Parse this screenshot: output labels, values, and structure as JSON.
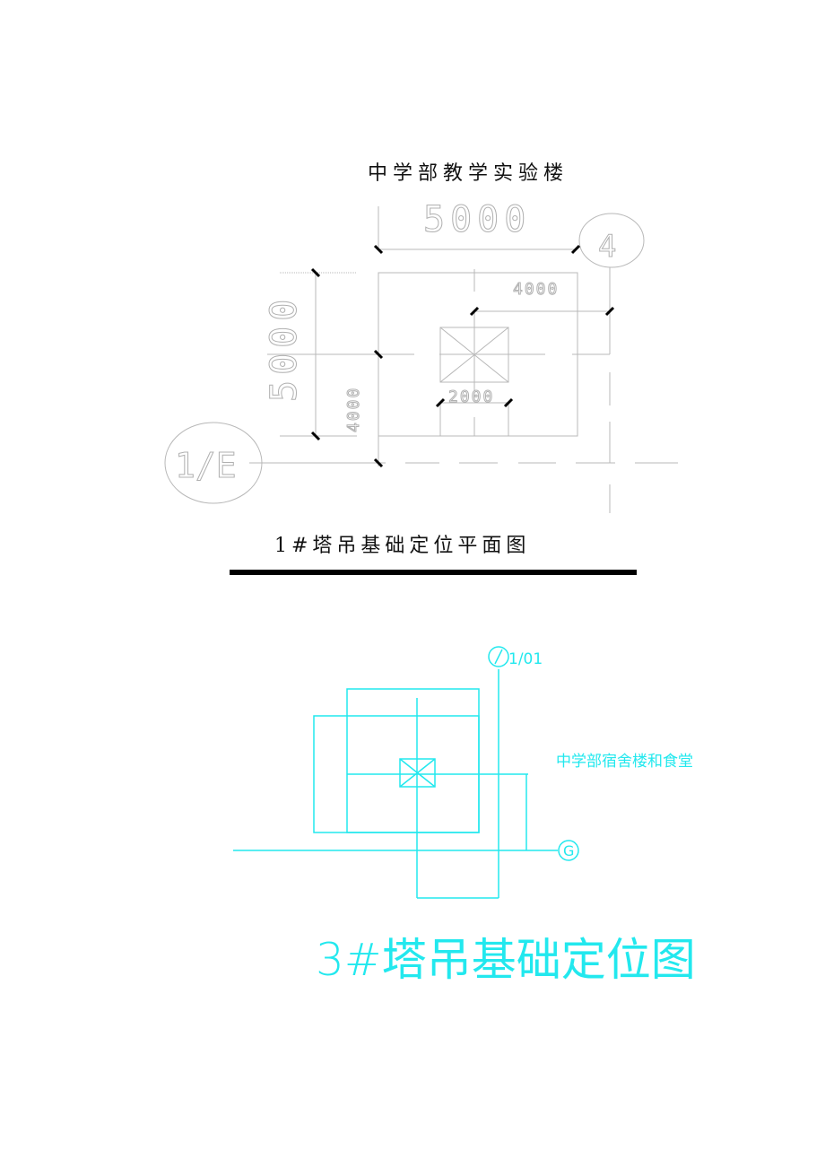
{
  "drawing1": {
    "building_label": "中学部教学实验楼",
    "title": "1#塔吊基础定位平面图",
    "dimensions": {
      "top_horizontal": "5000",
      "left_vertical": "5000",
      "inner_horizontal": "4000",
      "inner_vertical": "4000",
      "base_width": "2000"
    },
    "axis_labels": {
      "column_axis": "4",
      "row_axis": "1/E"
    },
    "line_color": "#b4b4b4",
    "tick_color": "#000000"
  },
  "drawing2": {
    "building_label": "中学部宿舍楼和食堂",
    "title": "3#塔吊基础定位图",
    "axis_labels": {
      "column_axis": "1/01",
      "row_axis": "G"
    },
    "line_color": "#22e8ee"
  }
}
